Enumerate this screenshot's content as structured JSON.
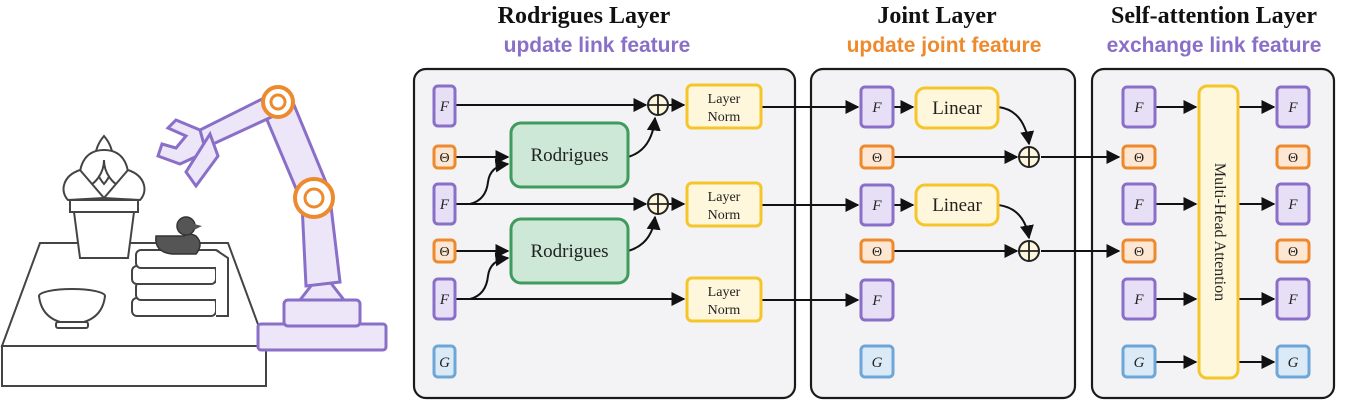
{
  "colors": {
    "purple": "#8a6fc9",
    "purple_fill": "#e6dff6",
    "orange": "#ee8a2e",
    "orange_fill": "#fde6d2",
    "green": "#3f9a5e",
    "green_fill": "#cde8d6",
    "yellow": "#f6c52a",
    "yellow_fill": "#fff7dc",
    "blue": "#6fa6d8",
    "blue_fill": "#dbeaf7",
    "robot": "#8a6fc9",
    "robot_fill": "#ece6f8",
    "joint": "#ee8a2e"
  },
  "panels": {
    "rodrigues": {
      "title": "Rodrigues Layer",
      "subtitle": "update link feature",
      "subtitle_color": "#8a6fc9"
    },
    "joint": {
      "title": "Joint Layer",
      "subtitle": "update joint feature",
      "subtitle_color": "#ee8a2e"
    },
    "attention": {
      "title": "Self-attention Layer",
      "subtitle": "exchange link feature",
      "subtitle_color": "#8a6fc9"
    }
  },
  "labels": {
    "F": "F",
    "Theta": "Θ",
    "G": "G",
    "rodrigues": "Rodrigues",
    "layer": "Layer",
    "norm": "Norm",
    "linear": "Linear",
    "mha": "Multi-Head Attention"
  },
  "icons": {
    "scene": "robot-arm-table-scene",
    "plus": "plus-circle-icon"
  }
}
